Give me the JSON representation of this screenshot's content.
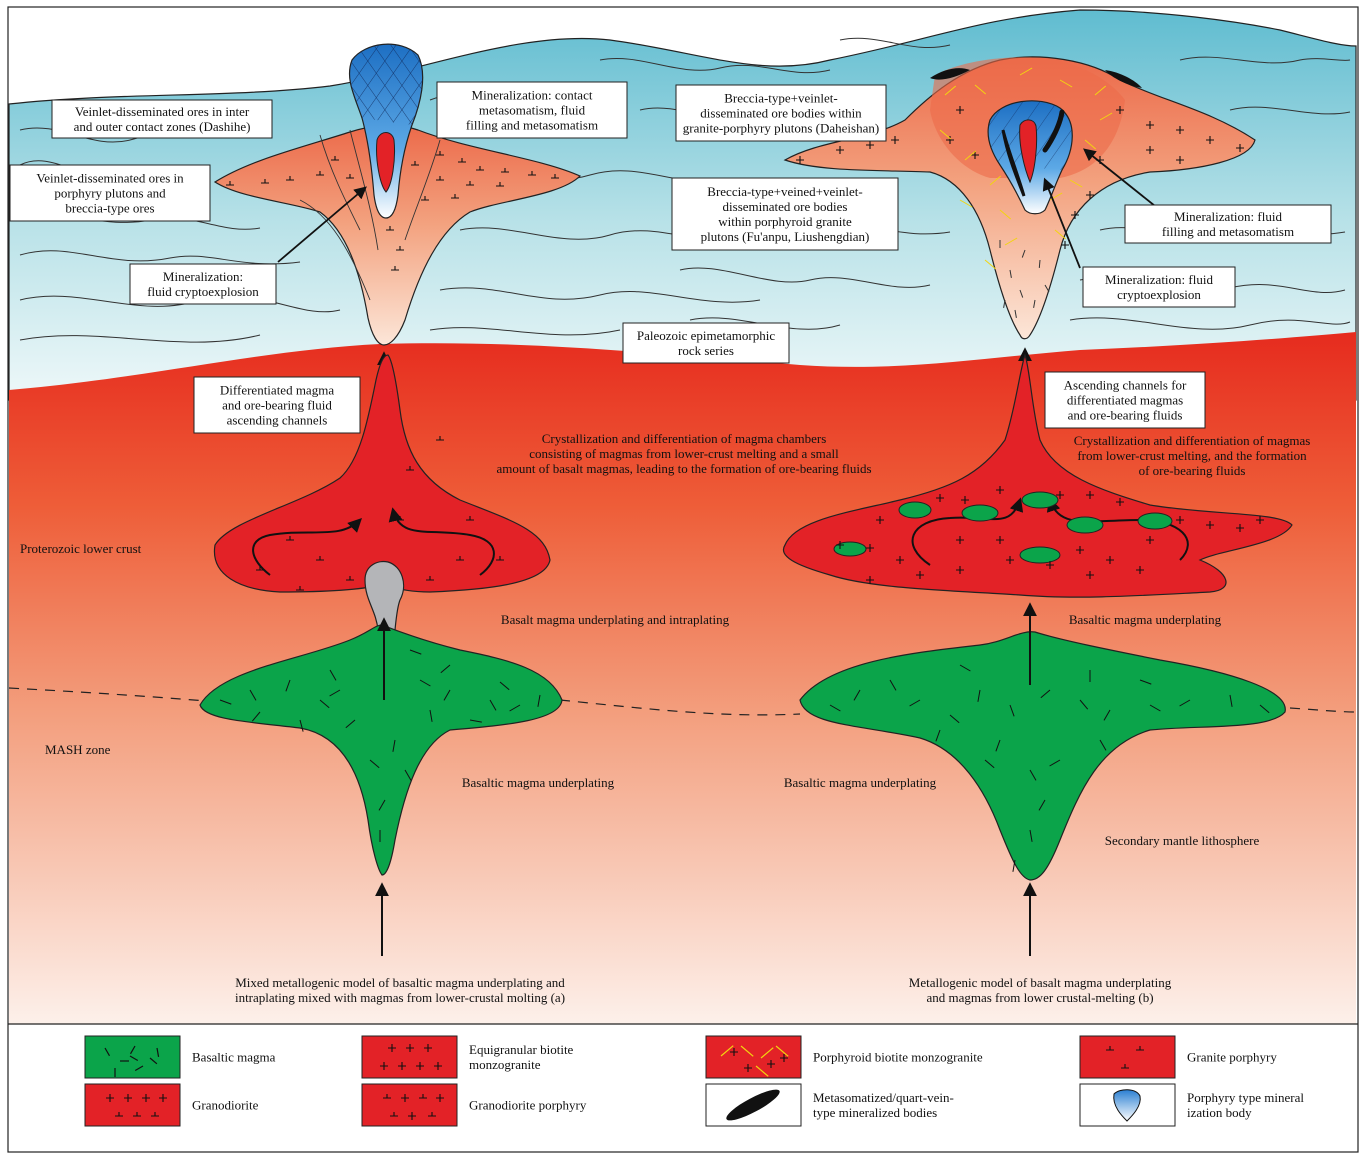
{
  "labels": {
    "veinlet_dashihe": [
      "Veinlet-disseminated ores in inter",
      "and outer contact zones (Dashihe)"
    ],
    "veinlet_porphyry": [
      "Veinlet-disseminated ores in",
      "porphyry plutons and",
      "breccia-type ores"
    ],
    "mineral_contact": [
      "Mineralization: contact",
      "metasomatism, fluid",
      "filling and metasomatism"
    ],
    "mineral_cryptoexplosion_a": [
      "Mineralization:",
      "fluid cryptoexplosion"
    ],
    "breccia_daheishan": [
      "Breccia-type+veinlet-",
      "disseminated ore bodies within",
      "granite-porphyry plutons (Daheishan)"
    ],
    "breccia_fuanpu": [
      "Breccia-type+veined+veinlet-",
      "disseminated ore bodies",
      "within porphyroid granite",
      "plutons (Fu'anpu, Liushengdian)"
    ],
    "mineral_fluid_filling": [
      "Mineralization: fluid",
      "filling and metasomatism"
    ],
    "mineral_cryptoexplosion_b": [
      "Mineralization: fluid",
      "cryptoexplosion"
    ],
    "paleozoic": [
      "Paleozoic epimetamorphic",
      "rock series"
    ],
    "channels_a": [
      "Differentiated magma",
      "and ore-bearing fluid",
      "ascending channels"
    ],
    "channels_b": [
      "Ascending channels for",
      "differentiated magmas",
      "and ore-bearing fluids"
    ],
    "crystallization_a": [
      "Crystallization and differentiation of magma chambers",
      "consisting of magmas from lower-crust melting and a small",
      "amount of basalt magmas, leading to the formation of ore-bearing fluids"
    ],
    "crystallization_b": [
      "Crystallization and differentiation of magmas",
      "from lower-crust melting, and the formation",
      "of ore-bearing fluids"
    ],
    "proterozoic": "Proterozoic lower crust",
    "basalt_under_intra": "Basalt magma underplating and intraplating",
    "basaltic_under_b_top": "Basaltic magma underplating",
    "mash": "MASH zone",
    "basaltic_under_a": "Basaltic magma underplating",
    "basaltic_under_b": "Basaltic magma underplating",
    "secondary_mantle": "Secondary mantle lithosphere",
    "model_a": [
      "Mixed metallogenic model of basaltic magma underplating and",
      "intraplating mixed with magmas from lower-crustal molting (a)"
    ],
    "model_b": [
      "Metallogenic model of basalt magma underplating",
      "and magmas from lower crustal-melting (b)"
    ]
  },
  "legend": [
    {
      "key": "basaltic",
      "text": [
        "Basaltic magma"
      ]
    },
    {
      "key": "equigranular",
      "text": [
        "Equigranular biotite",
        "monzogranite"
      ]
    },
    {
      "key": "porphyroid",
      "text": [
        "Porphyroid biotite monzogranite"
      ]
    },
    {
      "key": "granite_porphyry",
      "text": [
        "Granite porphyry"
      ]
    },
    {
      "key": "granodiorite",
      "text": [
        "Granodiorite"
      ]
    },
    {
      "key": "granodiorite_porphyry",
      "text": [
        "Granodiorite porphyry"
      ]
    },
    {
      "key": "metasomatized",
      "text": [
        "Metasomatized/quart-vein-",
        "type mineralized bodies"
      ]
    },
    {
      "key": "porphyry_body",
      "text": [
        "Porphyry type mineral",
        "ization body"
      ]
    }
  ],
  "colors": {
    "red": "#e32227",
    "green": "#0ba44a",
    "sky": "#5fbfd0",
    "orange_pluton": "#ef7a5b",
    "gray": "#b4b5b8"
  }
}
